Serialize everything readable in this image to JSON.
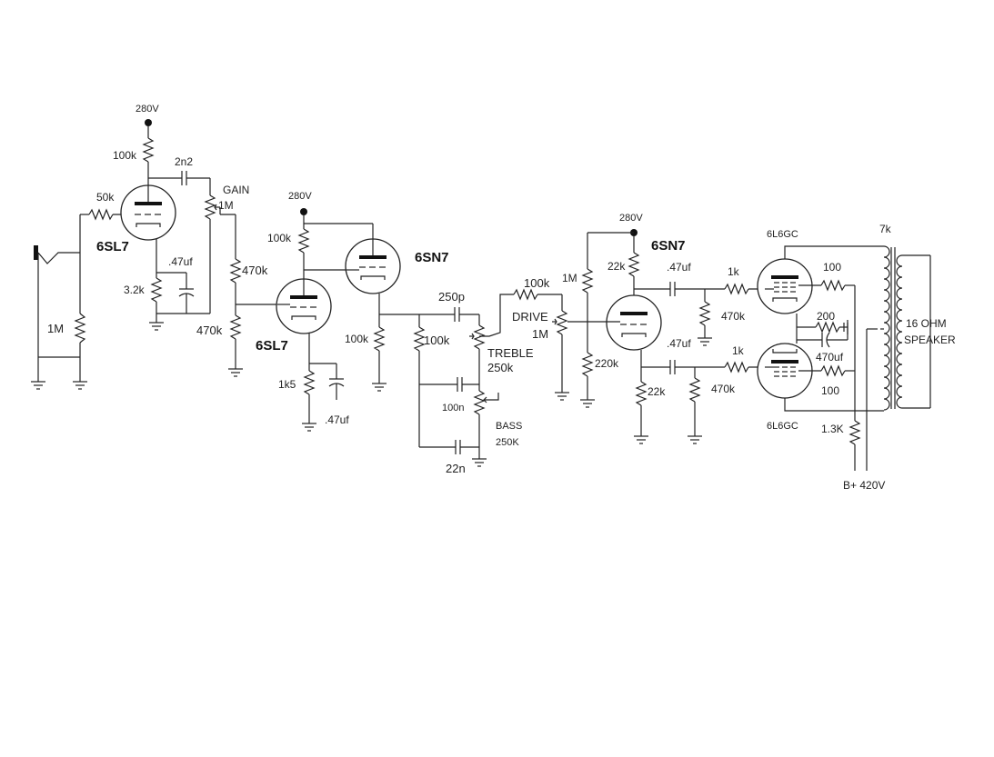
{
  "supply_labels": {
    "v1": "280V",
    "v2": "280V",
    "v3": "280V",
    "bplus": "B+ 420V"
  },
  "tubes": {
    "v1": "6SL7",
    "v2a": "6SL7",
    "v2b": "6SN7",
    "v3": "6SN7",
    "p1": "6L6GC",
    "p2": "6L6GC"
  },
  "components": {
    "r_in": "1M",
    "r_grid1": "50k",
    "r_plate1": "100k",
    "c_bright": "2n2",
    "gain_label": "GAIN",
    "gain_value": "1M",
    "c_cath1": ".47uf",
    "r_cath1": "3.2k",
    "r_ser1": "470k",
    "r_shunt1": "470k",
    "r_plate2": "100k",
    "r_cath2": "1k5",
    "c_cath2": ".47uf",
    "r_cf": "100k",
    "c_treble": "250p",
    "r_slope": "100k",
    "treble_label": "TREBLE",
    "treble_value": "250k",
    "c_mid": "100n",
    "bass_label": "BASS",
    "bass_value": "250K",
    "c_bass": "22n",
    "r_drive": "100k",
    "drive_label": "DRIVE",
    "drive_value": "1M",
    "r_pi_top": "1M",
    "r_pi_bot": "220k",
    "r_pi_plate": "22k",
    "c_pi_top": ".47uf",
    "r_pi_cath": "22k",
    "c_pi_bot": ".47uf",
    "r_bias_top": "470k",
    "r_bias_bot": "470k",
    "r_gs_top": "1k",
    "r_gs_bot": "1k",
    "r_scr_top": "100",
    "r_scr_bot": "100",
    "r_pcath": "200",
    "c_pcath": "470uf",
    "ot": "7k",
    "speaker": "16 OHM\nSPEAKER",
    "r_drop": "1.3K"
  }
}
